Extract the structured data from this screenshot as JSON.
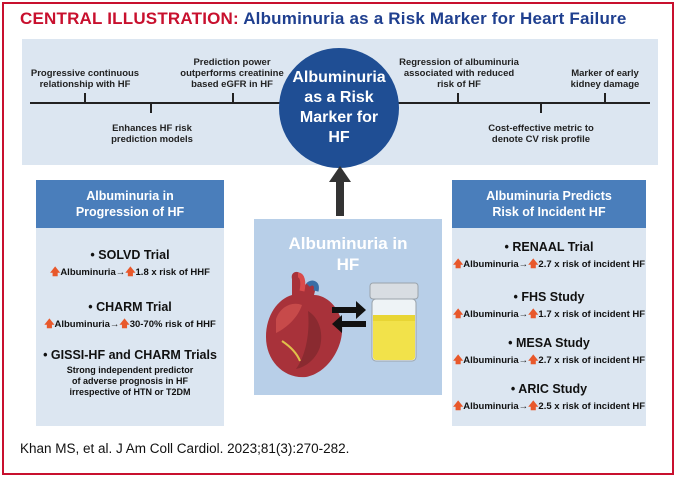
{
  "header": {
    "label": "CENTRAL ILLUSTRATION:",
    "title": "Albuminuria as a Risk Marker for Heart Failure"
  },
  "timeline": {
    "above": [
      "Progressive continuous\nrelationship with HF",
      "Prediction power\noutperforms creatinine\nbased eGFR in HF",
      "Regression of albuminuria\nassociated with reduced\nrisk of HF",
      "Marker of early\nkidney damage"
    ],
    "below": [
      "Enhances HF risk\nprediction models",
      "Cost-effective metric to\ndenote CV risk profile"
    ]
  },
  "center": {
    "label": "Albuminuria as a Risk Marker for HF"
  },
  "middle": {
    "label": "Albuminuria in HF"
  },
  "left_panel": {
    "header": "Albuminuria in Progression of HF",
    "trials": [
      {
        "name": "• SOLVD Trial",
        "stat_prefix": "Albuminuria",
        "stat_suffix": "1.8 x risk of HHF"
      },
      {
        "name": "• CHARM Trial",
        "stat_prefix": "Albuminuria",
        "stat_suffix": "30-70% risk of HHF"
      },
      {
        "name": "• GISSI-HF and CHARM Trials",
        "desc": "Strong independent predictor\nof adverse prognosis in HF\nirrespective of HTN or T2DM"
      }
    ]
  },
  "right_panel": {
    "header": "Albuminuria Predicts Risk of Incident HF",
    "trials": [
      {
        "name": "• RENAAL Trial",
        "stat_prefix": "Albuminuria",
        "stat_suffix": "2.7 x risk of incident HF"
      },
      {
        "name": "• FHS Study",
        "stat_prefix": "Albuminuria",
        "stat_suffix": "1.7 x risk of incident HF"
      },
      {
        "name": "• MESA Study",
        "stat_prefix": "Albuminuria",
        "stat_suffix": "2.7 x risk of incident HF"
      },
      {
        "name": "• ARIC Study",
        "stat_prefix": "Albuminuria",
        "stat_suffix": "2.5 x risk of incident HF"
      }
    ]
  },
  "citation": "Khan MS, et al. J Am Coll Cardiol. 2023;81(3):270-282.",
  "colors": {
    "accent_red": "#c8102e",
    "title_blue": "#1f3f8f",
    "panel_bg": "#dce6f1",
    "header_blue": "#4a7ebb",
    "circle_blue": "#1f4e94",
    "up_arrow": "#e8582b"
  }
}
